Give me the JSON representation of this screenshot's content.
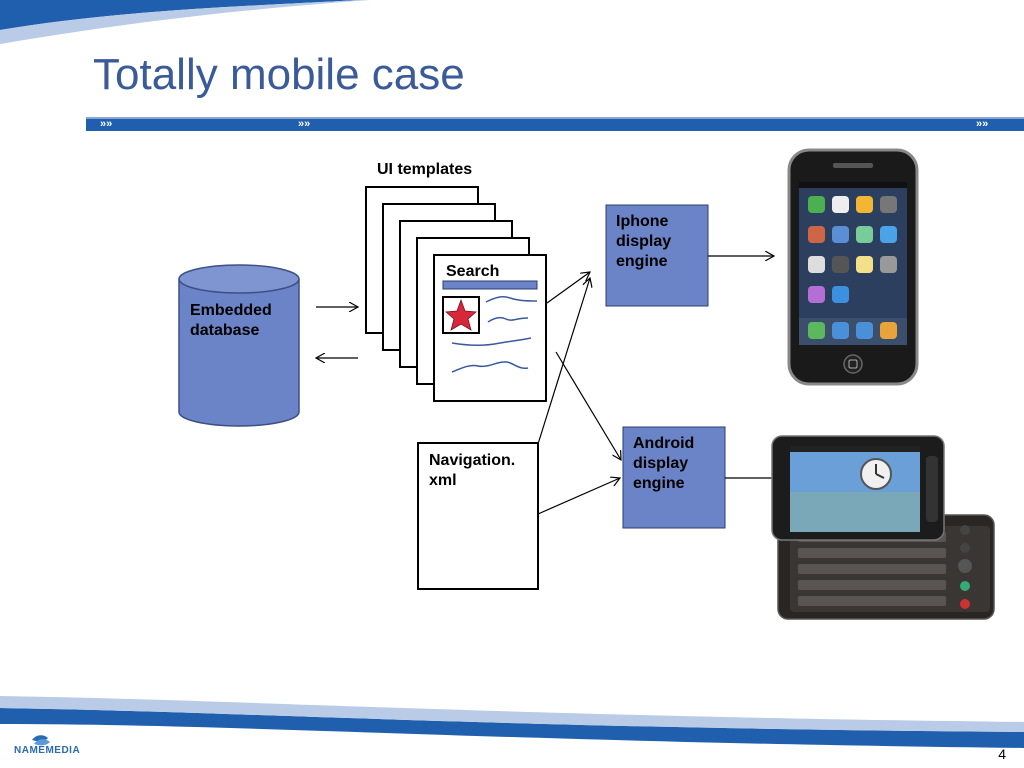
{
  "slide": {
    "title": "Totally mobile case",
    "page_number": "4",
    "logo_text": "NAMEMEDIA",
    "chevrons": [
      "»»",
      "»»",
      "»»"
    ]
  },
  "diagram": {
    "ui_templates_label": "UI templates",
    "search_label": "Search",
    "database_label": "Embedded\ndatabase",
    "navigation_label": "Navigation.\nxml",
    "iphone_engine_label": "Iphone\ndisplay\nengine",
    "android_engine_label": "Android\ndisplay\nengine"
  },
  "colors": {
    "title_blue": "#3a5a9a",
    "box_fill": "#6b83c7",
    "banner_blue": "#1f5fae"
  }
}
